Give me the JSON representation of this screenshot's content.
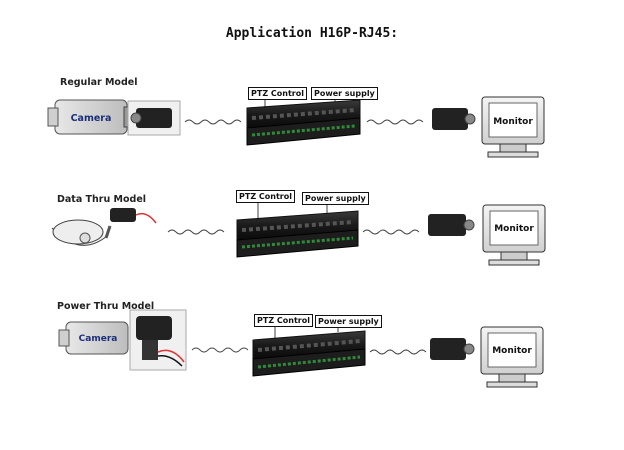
{
  "title": "Application H16P-RJ45:",
  "rows": [
    {
      "model": "Regular Model",
      "camera_label": "Camera",
      "tag_ptz": "PTZ Control",
      "tag_power": "Power supply",
      "monitor_label": "Monitor"
    },
    {
      "model": "Data Thru Model",
      "tag_ptz": "PTZ Control",
      "tag_power": "Power supply",
      "monitor_label": "Monitor"
    },
    {
      "model": "Power Thru Model",
      "camera_label": "Camera",
      "tag_ptz": "PTZ Control",
      "tag_power": "Power supply",
      "monitor_label": "Monitor"
    }
  ]
}
